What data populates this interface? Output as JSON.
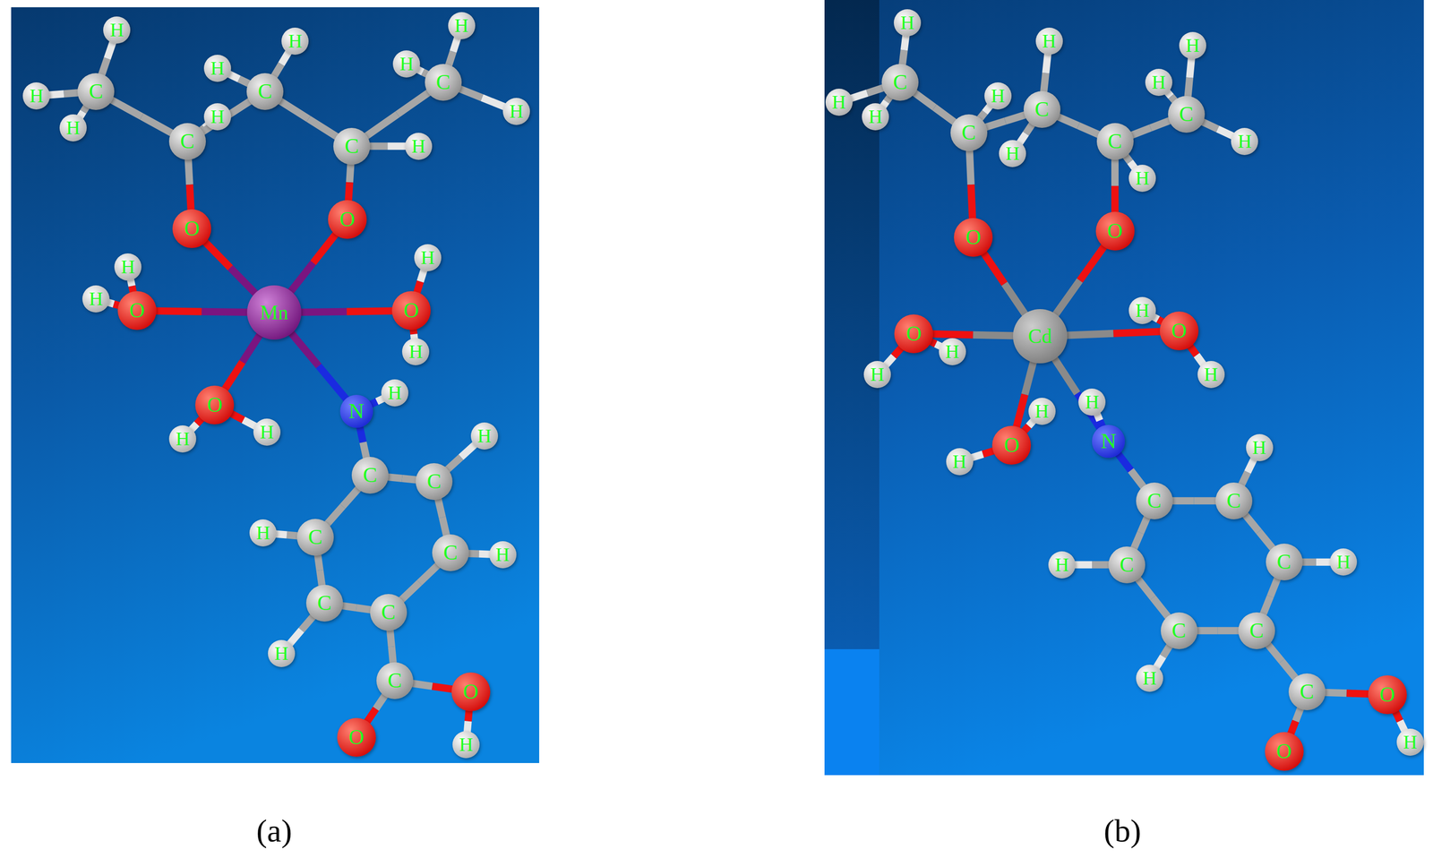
{
  "diagram": {
    "nodes": [
      {
        "text": [
          "H"
        ]
      },
      {
        "text": [
          "H"
        ]
      },
      {
        "text": [
          "H"
        ]
      },
      {
        "text": [
          "C"
        ]
      },
      {
        "text": [
          "H"
        ]
      },
      {
        "text": [
          "H"
        ]
      },
      {
        "text": [
          "C"
        ]
      },
      {
        "text": [
          "H"
        ]
      },
      {
        "text": [
          "C"
        ]
      },
      {
        "text": [
          "H"
        ]
      },
      {
        "text": [
          "H"
        ]
      },
      {
        "text": [
          "H"
        ]
      },
      {
        "text": [
          "C"
        ]
      },
      {
        "text": [
          "H"
        ]
      },
      {
        "text": [
          "C"
        ]
      },
      {
        "text": [
          "O"
        ]
      },
      {
        "text": [
          "O"
        ]
      },
      {
        "text": [
          "H"
        ]
      },
      {
        "text": [
          "H"
        ]
      },
      {
        "text": [
          "O"
        ]
      },
      {
        "text": [
          "Mn"
        ]
      },
      {
        "text": [
          "H"
        ]
      },
      {
        "text": [
          "O"
        ]
      },
      {
        "text": [
          "H"
        ]
      },
      {
        "text": [
          "O"
        ]
      },
      {
        "text": [
          "H"
        ]
      },
      {
        "text": [
          "H"
        ]
      },
      {
        "text": [
          "N"
        ]
      },
      {
        "text": [
          "H"
        ]
      },
      {
        "text": [
          "C"
        ]
      },
      {
        "text": [
          "C"
        ]
      },
      {
        "text": [
          "H"
        ]
      },
      {
        "text": [
          "H"
        ]
      },
      {
        "text": [
          "C"
        ]
      },
      {
        "text": [
          "C"
        ]
      },
      {
        "text": [
          "H"
        ]
      },
      {
        "text": [
          "C"
        ]
      },
      {
        "text": [
          "C"
        ]
      },
      {
        "text": [
          "H"
        ]
      },
      {
        "text": [
          "C"
        ]
      },
      {
        "text": [
          "O"
        ]
      },
      {
        "text": [
          "O"
        ]
      },
      {
        "text": [
          "H"
        ]
      },
      {
        "text": [
          "H"
        ]
      },
      {
        "text": [
          "H"
        ]
      },
      {
        "text": [
          "H"
        ]
      },
      {
        "text": [
          "C"
        ]
      },
      {
        "text": [
          "H"
        ]
      },
      {
        "text": [
          "H"
        ]
      },
      {
        "text": [
          "C"
        ]
      },
      {
        "text": [
          "H"
        ]
      },
      {
        "text": [
          "C"
        ]
      },
      {
        "text": [
          "H"
        ]
      },
      {
        "text": [
          "H"
        ]
      },
      {
        "text": [
          "H"
        ]
      },
      {
        "text": [
          "C"
        ]
      },
      {
        "text": [
          "H"
        ]
      },
      {
        "text": [
          "C"
        ]
      },
      {
        "text": [
          "O"
        ]
      },
      {
        "text": [
          "O"
        ]
      },
      {
        "text": [
          "H"
        ]
      },
      {
        "text": [
          "H"
        ]
      },
      {
        "text": [
          "O"
        ]
      },
      {
        "text": [
          "Cd"
        ]
      },
      {
        "text": [
          "H"
        ]
      },
      {
        "text": [
          "O"
        ]
      },
      {
        "text": [
          "H"
        ]
      },
      {
        "text": [
          "O"
        ]
      },
      {
        "text": [
          "H"
        ]
      },
      {
        "text": [
          "H"
        ]
      },
      {
        "text": [
          "N"
        ]
      },
      {
        "text": [
          "H"
        ]
      },
      {
        "text": [
          "C"
        ]
      },
      {
        "text": [
          "C"
        ]
      },
      {
        "text": [
          "H"
        ]
      },
      {
        "text": [
          "H"
        ]
      },
      {
        "text": [
          "C"
        ]
      },
      {
        "text": [
          "C"
        ]
      },
      {
        "text": [
          "H"
        ]
      },
      {
        "text": [
          "C"
        ]
      },
      {
        "text": [
          "C"
        ]
      },
      {
        "text": [
          "H"
        ]
      },
      {
        "text": [
          "C"
        ]
      },
      {
        "text": [
          "O"
        ]
      },
      {
        "text": [
          "O"
        ]
      },
      {
        "text": [
          "H"
        ]
      }
    ],
    "edges": [
      {
        "from": 3,
        "to": 0,
        "arrow": "none"
      },
      {
        "from": 3,
        "to": 1,
        "arrow": "none"
      },
      {
        "from": 3,
        "to": 2,
        "arrow": "none"
      },
      {
        "from": 3,
        "to": 8,
        "arrow": "none"
      },
      {
        "from": 8,
        "to": 7,
        "arrow": "none"
      },
      {
        "from": 8,
        "to": 6,
        "arrow": "none"
      },
      {
        "from": 6,
        "to": 4,
        "arrow": "none"
      },
      {
        "from": 6,
        "to": 5,
        "arrow": "none"
      },
      {
        "from": 6,
        "to": 14,
        "arrow": "none"
      },
      {
        "from": 14,
        "to": 13,
        "arrow": "none"
      },
      {
        "from": 14,
        "to": 12,
        "arrow": "none"
      },
      {
        "from": 12,
        "to": 9,
        "arrow": "none"
      },
      {
        "from": 12,
        "to": 10,
        "arrow": "none"
      },
      {
        "from": 12,
        "to": 11,
        "arrow": "none"
      },
      {
        "from": 8,
        "to": 15,
        "arrow": "none"
      },
      {
        "from": 14,
        "to": 16,
        "arrow": "none"
      },
      {
        "from": 15,
        "to": 20,
        "arrow": "none"
      },
      {
        "from": 16,
        "to": 20,
        "arrow": "none"
      },
      {
        "from": 19,
        "to": 20,
        "arrow": "none"
      },
      {
        "from": 22,
        "to": 20,
        "arrow": "none"
      },
      {
        "from": 24,
        "to": 20,
        "arrow": "none"
      },
      {
        "from": 27,
        "to": 20,
        "arrow": "none"
      },
      {
        "from": 19,
        "to": 17,
        "arrow": "none"
      },
      {
        "from": 19,
        "to": 18,
        "arrow": "none"
      },
      {
        "from": 22,
        "to": 21,
        "arrow": "none"
      },
      {
        "from": 22,
        "to": 23,
        "arrow": "none"
      },
      {
        "from": 24,
        "to": 25,
        "arrow": "none"
      },
      {
        "from": 24,
        "to": 26,
        "arrow": "none"
      },
      {
        "from": 27,
        "to": 28,
        "arrow": "none"
      },
      {
        "from": 27,
        "to": 29,
        "arrow": "none"
      },
      {
        "from": 29,
        "to": 30,
        "arrow": "none"
      },
      {
        "from": 30,
        "to": 34,
        "arrow": "none"
      },
      {
        "from": 34,
        "to": 37,
        "arrow": "none"
      },
      {
        "from": 37,
        "to": 36,
        "arrow": "none"
      },
      {
        "from": 36,
        "to": 33,
        "arrow": "none"
      },
      {
        "from": 33,
        "to": 29,
        "arrow": "none"
      },
      {
        "from": 30,
        "to": 31,
        "arrow": "none"
      },
      {
        "from": 34,
        "to": 35,
        "arrow": "none"
      },
      {
        "from": 33,
        "to": 32,
        "arrow": "none"
      },
      {
        "from": 36,
        "to": 38,
        "arrow": "none"
      },
      {
        "from": 37,
        "to": 39,
        "arrow": "none"
      },
      {
        "from": 39,
        "to": 40,
        "arrow": "none"
      },
      {
        "from": 39,
        "to": 41,
        "arrow": "none"
      },
      {
        "from": 40,
        "to": 42,
        "arrow": "none"
      },
      {
        "from": 46,
        "to": 43,
        "arrow": "none"
      },
      {
        "from": 46,
        "to": 44,
        "arrow": "none"
      },
      {
        "from": 46,
        "to": 45,
        "arrow": "none"
      },
      {
        "from": 46,
        "to": 51,
        "arrow": "none"
      },
      {
        "from": 51,
        "to": 50,
        "arrow": "none"
      },
      {
        "from": 51,
        "to": 49,
        "arrow": "none"
      },
      {
        "from": 49,
        "to": 47,
        "arrow": "none"
      },
      {
        "from": 49,
        "to": 48,
        "arrow": "none"
      },
      {
        "from": 49,
        "to": 57,
        "arrow": "none"
      },
      {
        "from": 57,
        "to": 56,
        "arrow": "none"
      },
      {
        "from": 57,
        "to": 55,
        "arrow": "none"
      },
      {
        "from": 55,
        "to": 52,
        "arrow": "none"
      },
      {
        "from": 55,
        "to": 53,
        "arrow": "none"
      },
      {
        "from": 55,
        "to": 54,
        "arrow": "none"
      },
      {
        "from": 51,
        "to": 58,
        "arrow": "none"
      },
      {
        "from": 57,
        "to": 59,
        "arrow": "none"
      },
      {
        "from": 58,
        "to": 63,
        "arrow": "none"
      },
      {
        "from": 59,
        "to": 63,
        "arrow": "none"
      },
      {
        "from": 62,
        "to": 63,
        "arrow": "none"
      },
      {
        "from": 65,
        "to": 63,
        "arrow": "none"
      },
      {
        "from": 67,
        "to": 63,
        "arrow": "none"
      },
      {
        "from": 70,
        "to": 63,
        "arrow": "none"
      },
      {
        "from": 62,
        "to": 60,
        "arrow": "none"
      },
      {
        "from": 62,
        "to": 61,
        "arrow": "none"
      },
      {
        "from": 65,
        "to": 64,
        "arrow": "none"
      },
      {
        "from": 65,
        "to": 66,
        "arrow": "none"
      },
      {
        "from": 67,
        "to": 68,
        "arrow": "none"
      },
      {
        "from": 67,
        "to": 69,
        "arrow": "none"
      },
      {
        "from": 70,
        "to": 71,
        "arrow": "none"
      },
      {
        "from": 70,
        "to": 72,
        "arrow": "none"
      },
      {
        "from": 72,
        "to": 73,
        "arrow": "none"
      },
      {
        "from": 73,
        "to": 77,
        "arrow": "none"
      },
      {
        "from": 77,
        "to": 80,
        "arrow": "none"
      },
      {
        "from": 80,
        "to": 79,
        "arrow": "none"
      },
      {
        "from": 79,
        "to": 76,
        "arrow": "none"
      },
      {
        "from": 76,
        "to": 72,
        "arrow": "none"
      },
      {
        "from": 73,
        "to": 74,
        "arrow": "none"
      },
      {
        "from": 77,
        "to": 78,
        "arrow": "none"
      },
      {
        "from": 76,
        "to": 75,
        "arrow": "none"
      },
      {
        "from": 79,
        "to": 81,
        "arrow": "none"
      },
      {
        "from": 80,
        "to": 82,
        "arrow": "none"
      },
      {
        "from": 82,
        "to": 83,
        "arrow": "none"
      },
      {
        "from": 82,
        "to": 84,
        "arrow": "none"
      },
      {
        "from": 83,
        "to": 85,
        "arrow": "none"
      }
    ],
    "labels": [
      "(a)",
      "(b)"
    ]
  }
}
